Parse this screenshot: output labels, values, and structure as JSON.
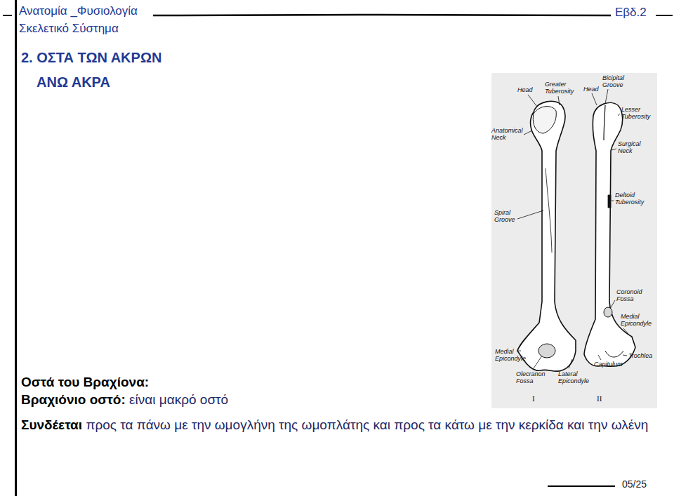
{
  "diagram": {
    "title": "2. ΟΣΤΑ ΤΩΝ ΑΚΡΩΝ",
    "labels": [
      "Ανατομία _Φυσιολογία",
      "Σκελετικό Σύστημα",
      "Εβδ.2",
      "ΑΝΩ ΑΚΡΑ",
      "Head",
      "Greater Tuberosity",
      "Anatomical Neck",
      "Spiral Groove",
      "Medial Epicondyle",
      "Olecranon Fossa",
      "Lateral Epicondyle",
      "I",
      "Head",
      "Bicipital Groove",
      "Lesser Tuberosity",
      "Surgical Neck",
      "Deltoid Tuberosity",
      "Coronoid Fossa",
      "Medial Epicondyle",
      "Trochlea",
      "Capitulum",
      "II",
      "Οστά του Βραχίονα:",
      "Βραχιόνιο οστό:",
      "είναι μακρό οστό",
      "Συνδέεται",
      "προς τα πάνω με την ωμογλήνη της ωμοπλάτης και προς τα κάτω με την κερκίδα και την ωλένη",
      "05/25"
    ]
  }
}
